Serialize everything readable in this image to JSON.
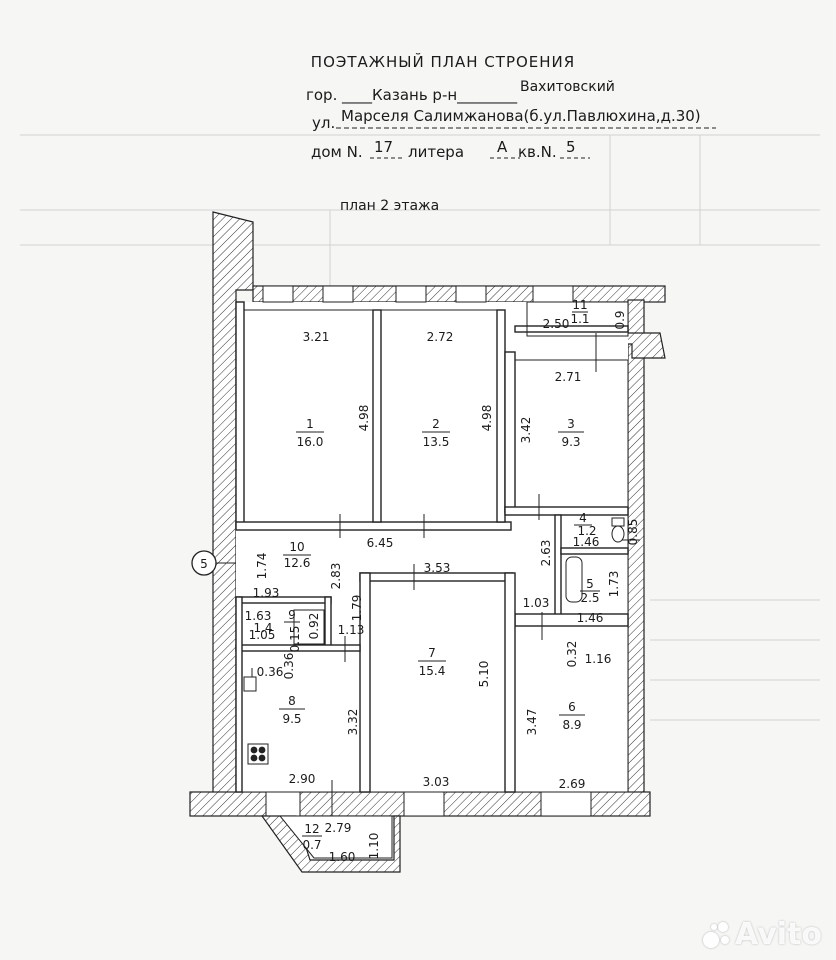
{
  "header": {
    "title": "ПОЭТАЖНЫЙ ПЛАН СТРОЕНИЯ",
    "city_prefix": "гор.",
    "city_line": "____Казань р-н________",
    "district": "Вахитовский",
    "street_prefix": "ул.",
    "street": "Марселя Салимжанова(б.ул.Павлюхина,д.30)",
    "house_line": "дом N.",
    "house_no": "17",
    "litera_label": "литера",
    "litera": "А",
    "apt_label": "кв.N.",
    "apt_no": "5",
    "floor_title": "план 2 этажа"
  },
  "axis_marker": "5",
  "rooms": [
    {
      "id": "r1",
      "num": "1",
      "area": "16.0"
    },
    {
      "id": "r2",
      "num": "2",
      "area": "13.5"
    },
    {
      "id": "r3",
      "num": "3",
      "area": "9.3"
    },
    {
      "id": "r4",
      "num": "4",
      "area": "1.2"
    },
    {
      "id": "r5",
      "num": "5",
      "area": "2.5"
    },
    {
      "id": "r6",
      "num": "6",
      "area": "8.9"
    },
    {
      "id": "r7",
      "num": "7",
      "area": "15.4"
    },
    {
      "id": "r8",
      "num": "8",
      "area": "9.5"
    },
    {
      "id": "r9",
      "num": "9",
      "area": "1.4"
    },
    {
      "id": "r10",
      "num": "10",
      "area": "12.6"
    },
    {
      "id": "r11",
      "num": "11",
      "area": "1.1"
    },
    {
      "id": "r12",
      "num": "12",
      "area": "0.7"
    }
  ],
  "dimensions": {
    "r1_w": "3.21",
    "r1_h": "4.98",
    "r2_w": "2.72",
    "r2_h": "4.98",
    "r3_w": "2.71",
    "r3_h": "3.42",
    "r11_w": "2.50",
    "r11_h": "0.9",
    "corr_w": "6.45",
    "corr_h": "1.74",
    "corr_a": "2.83",
    "corr_b": "1.93",
    "r4_w": "1.46",
    "r4_h": "0.85",
    "r5_h": "1.73",
    "r5_w": "1.46",
    "r5_a": "1.03",
    "hall_h": "2.63",
    "r7_w": "3.53",
    "r7_h": "5.10",
    "r7_b": "3.03",
    "r7_l": "1.79",
    "r9_w": "1.63",
    "r9_a": "1.05",
    "r9_h": "0.92",
    "r9_c": "0.15",
    "r8_a": "0.36",
    "r8_b": "0.36",
    "r8_h": "3.32",
    "r8_w": "2.90",
    "r8_c": "1.13",
    "r6_a": "0.32",
    "r6_b": "1.16",
    "r6_h": "3.47",
    "r6_w": "2.69",
    "r12_w": "2.79",
    "r12_b": "1.60",
    "r12_h": "1.10"
  },
  "icons": [
    "axis-marker-icon",
    "stove-icon",
    "bathtub-icon",
    "toilet-icon",
    "sink-icon",
    "avito-logo-icon"
  ],
  "watermark": "Avito"
}
